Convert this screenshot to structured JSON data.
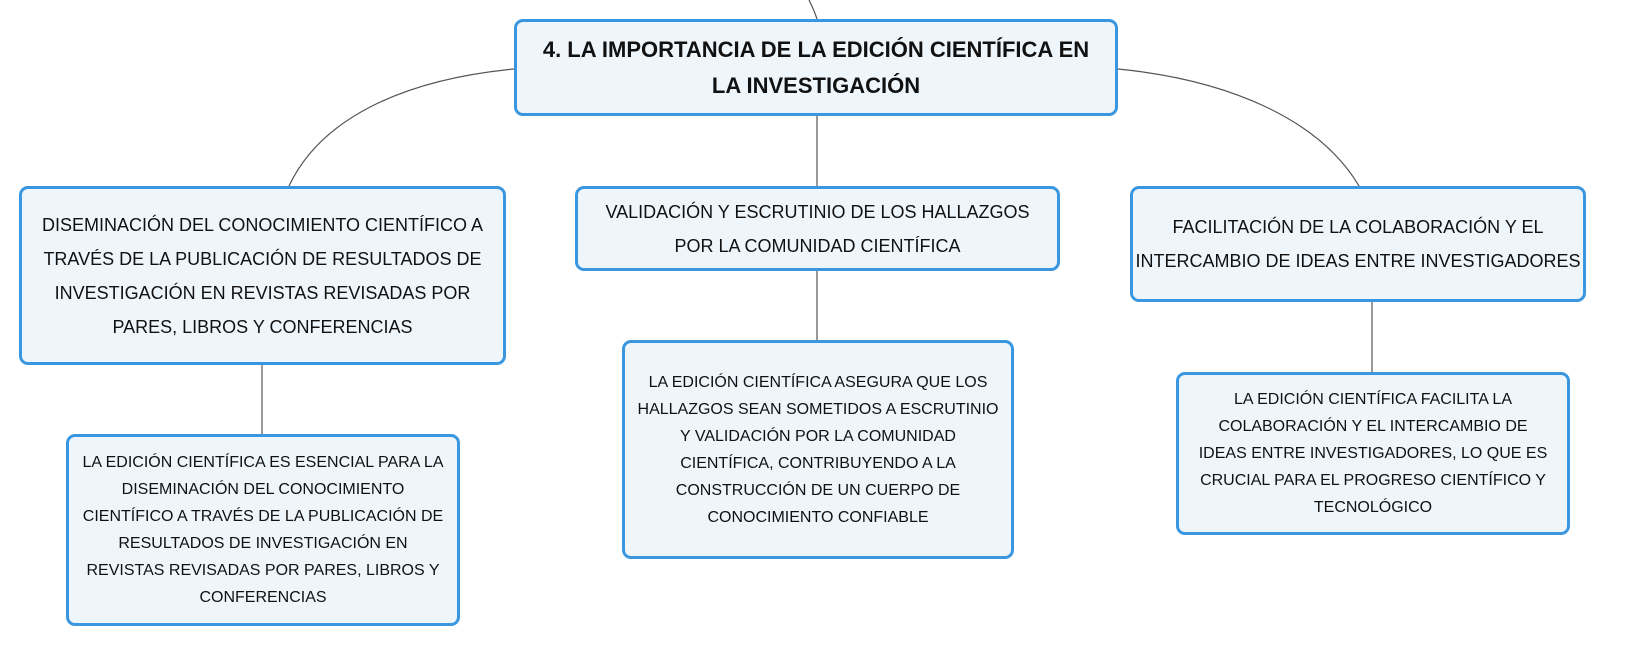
{
  "colors": {
    "border": "#3a97df",
    "fill": "#eef6fc",
    "link": "#555555"
  },
  "root": {
    "lines": [
      "4. LA IMPORTANCIA DE LA EDICIÓN CIENTÍFICA EN",
      "LA INVESTIGACIÓN"
    ]
  },
  "branches": [
    {
      "topic": {
        "lines": [
          "DISEMINACIÓN DEL CONOCIMIENTO CIENTÍFICO A",
          "TRAVÉS DE LA PUBLICACIÓN DE RESULTADOS DE",
          "INVESTIGACIÓN EN REVISTAS REVISADAS POR",
          "PARES, LIBROS Y CONFERENCIAS"
        ]
      },
      "detail": {
        "lines": [
          "LA EDICIÓN CIENTÍFICA ES ESENCIAL PARA LA",
          "DISEMINACIÓN DEL CONOCIMIENTO",
          "CIENTÍFICO A TRAVÉS DE LA PUBLICACIÓN DE",
          "RESULTADOS DE INVESTIGACIÓN EN",
          "REVISTAS REVISADAS POR PARES, LIBROS Y",
          "CONFERENCIAS"
        ]
      }
    },
    {
      "topic": {
        "lines": [
          "VALIDACIÓN Y ESCRUTINIO DE LOS HALLAZGOS",
          "POR LA COMUNIDAD CIENTÍFICA"
        ]
      },
      "detail": {
        "lines": [
          "LA EDICIÓN CIENTÍFICA ASEGURA QUE LOS",
          "HALLAZGOS SEAN SOMETIDOS A ESCRUTINIO",
          "Y VALIDACIÓN POR LA COMUNIDAD",
          "CIENTÍFICA, CONTRIBUYENDO A LA",
          "CONSTRUCCIÓN DE UN CUERPO DE",
          "CONOCIMIENTO CONFIABLE"
        ]
      }
    },
    {
      "topic": {
        "lines": [
          "FACILITACIÓN DE LA COLABORACIÓN Y EL",
          "INTERCAMBIO DE IDEAS ENTRE INVESTIGADORES"
        ]
      },
      "detail": {
        "lines": [
          "LA EDICIÓN CIENTÍFICA FACILITA LA",
          "COLABORACIÓN Y EL INTERCAMBIO DE",
          "IDEAS ENTRE INVESTIGADORES, LO QUE ES",
          "CRUCIAL PARA EL PROGRESO CIENTÍFICO Y",
          "TECNOLÓGICO"
        ]
      }
    }
  ]
}
